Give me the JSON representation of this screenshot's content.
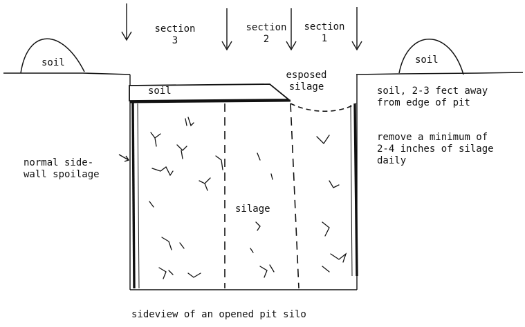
{
  "labels": {
    "section3": "section\n3",
    "section2": "section\n2",
    "section1": "section\n1",
    "soil_left": "soil",
    "soil_right": "soil",
    "soil_cover": "soil",
    "exposed_silage": "esposed\nsilage",
    "soil_distance": "soil, 2-3 fect away\nfrom edge of pit",
    "removal_note": "remove a minimum of\n2-4 inches of silage\ndaily",
    "sidewall_spoilage": "normal side-\nwall spoilage",
    "silage": "silage",
    "caption": "sideview of an opened pit silo"
  }
}
